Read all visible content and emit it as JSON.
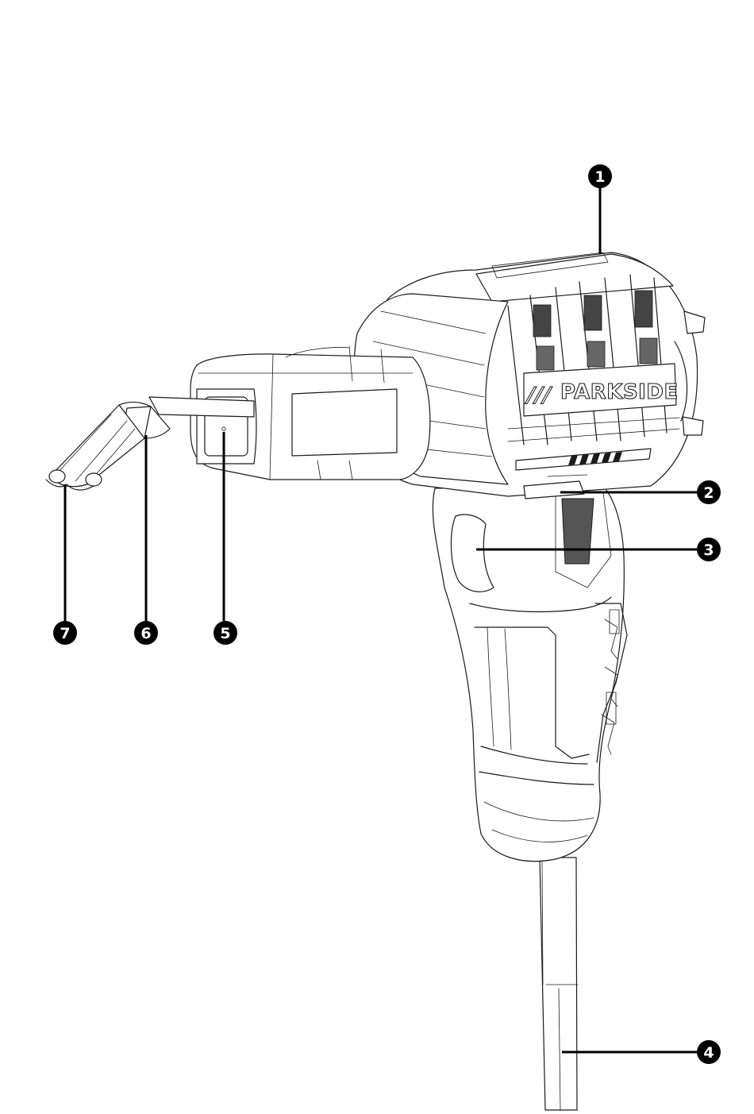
{
  "brand": {
    "name": "PARKSIDE",
    "mark": "///"
  },
  "callouts": [
    {
      "id": "1",
      "label": "1"
    },
    {
      "id": "2",
      "label": "2"
    },
    {
      "id": "3",
      "label": "3"
    },
    {
      "id": "4",
      "label": "4"
    },
    {
      "id": "5",
      "label": "5"
    },
    {
      "id": "6",
      "label": "6"
    },
    {
      "id": "7",
      "label": "7"
    }
  ],
  "colors": {
    "line": "#1a1a1a",
    "badge": "#000000",
    "background": "#ffffff"
  }
}
